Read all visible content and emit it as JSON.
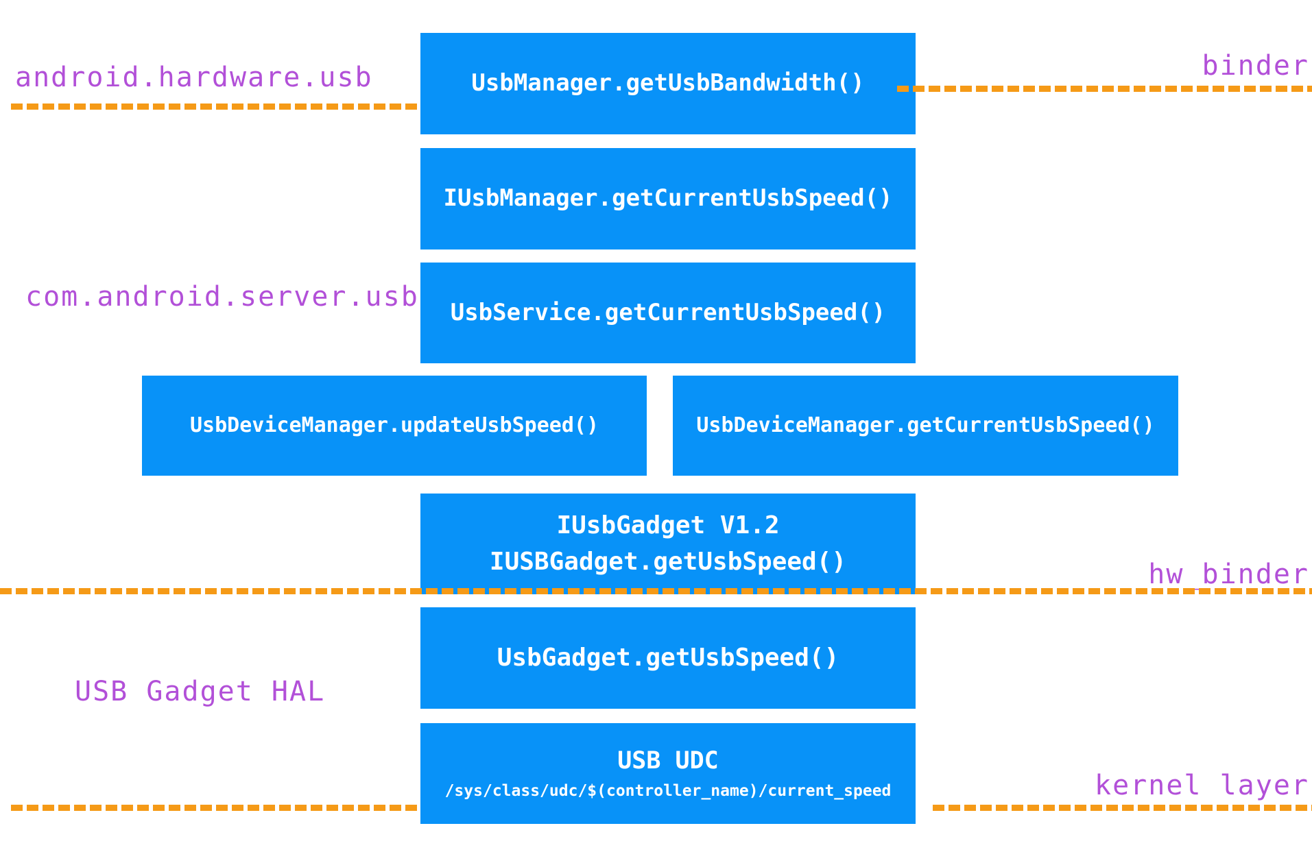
{
  "diagram": {
    "layer_labels": {
      "android_hardware_usb": "android.hardware.usb",
      "binder": "binder",
      "com_android_server_usb": "com.android.server.usb",
      "hw_binder": "hw_binder",
      "usb_gadget_hal": "USB Gadget HAL",
      "kernel_layer": "kernel layer"
    },
    "boxes": {
      "usb_manager": "UsbManager.getUsbBandwidth()",
      "iusb_manager": "IUsbManager.getCurrentUsbSpeed()",
      "usb_service": "UsbService.getCurrentUsbSpeed()",
      "usb_device_manager_update": "UsbDeviceManager.updateUsbSpeed()",
      "usb_device_manager_get": "UsbDeviceManager.getCurrentUsbSpeed()",
      "iusb_gadget_line1": "IUsbGadget V1.2",
      "iusb_gadget_line2": "IUSBGadget.getUsbSpeed()",
      "usb_gadget": "UsbGadget.getUsbSpeed()",
      "usb_udc_title": "USB UDC",
      "usb_udc_path": "/sys/class/udc/$(controller_name)/current_speed"
    },
    "colors": {
      "box_blue": "#0892f8",
      "dash_orange": "#f59a17",
      "label_purple": "#b250d8"
    }
  }
}
